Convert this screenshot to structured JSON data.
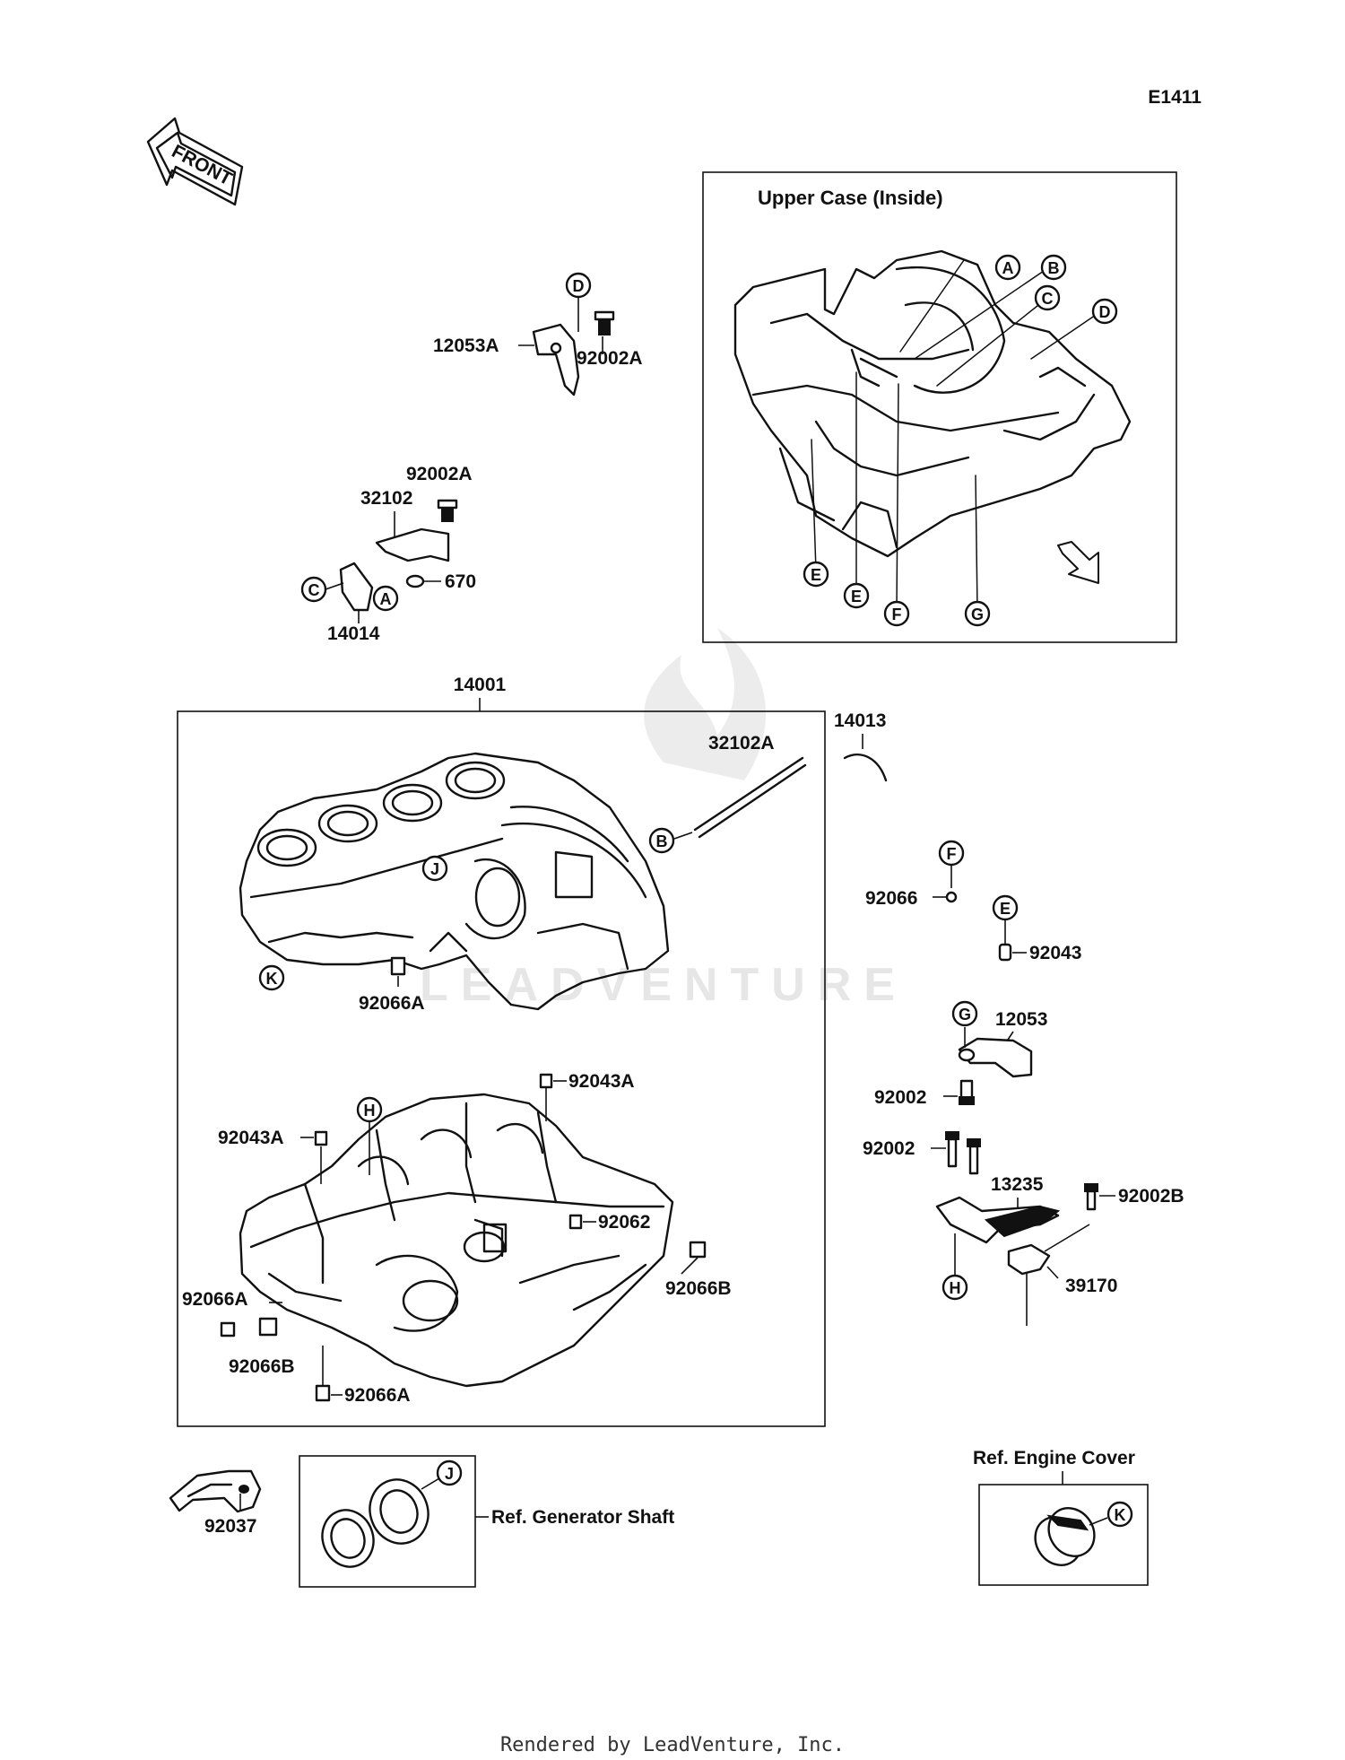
{
  "diagram_code": "E1411",
  "front_label": "FRONT",
  "watermark": "LEADVENTURE",
  "footer": "Rendered by LeadVenture, Inc.",
  "upper_case": {
    "title": "Upper Case (Inside)",
    "callouts": [
      "A",
      "B",
      "C",
      "D",
      "E",
      "E",
      "F",
      "G"
    ]
  },
  "ref_boxes": {
    "generator_shaft": "Ref. Generator Shaft",
    "engine_cover": "Ref. Engine Cover"
  },
  "parts": {
    "p12053A": "12053A",
    "p92002A_top": "92002A",
    "p92002A_mid": "92002A",
    "p32102": "32102",
    "p670": "670",
    "p14014": "14014",
    "p14001": "14001",
    "p32102A": "32102A",
    "p14013": "14013",
    "p92066": "92066",
    "p92043": "92043",
    "p12053": "12053",
    "p92002_a": "92002",
    "p92002_b": "92002",
    "p13235": "13235",
    "p92002B": "92002B",
    "p39170": "39170",
    "p92066A_upper": "92066A",
    "p92043A_right": "92043A",
    "p92043A_left": "92043A",
    "p92062": "92062",
    "p92066B_right": "92066B",
    "p92066A_left": "92066A",
    "p92066B_left": "92066B",
    "p92066A_bottom": "92066A",
    "p92037": "92037"
  },
  "callouts": {
    "D_top": "D",
    "C_left": "C",
    "A_left": "A",
    "B_main": "B",
    "J_main": "J",
    "K_main": "K",
    "H_lower": "H",
    "F_right": "F",
    "E_right": "E",
    "G_right": "G",
    "H_right": "H",
    "J_ref": "J",
    "K_ref": "K"
  }
}
